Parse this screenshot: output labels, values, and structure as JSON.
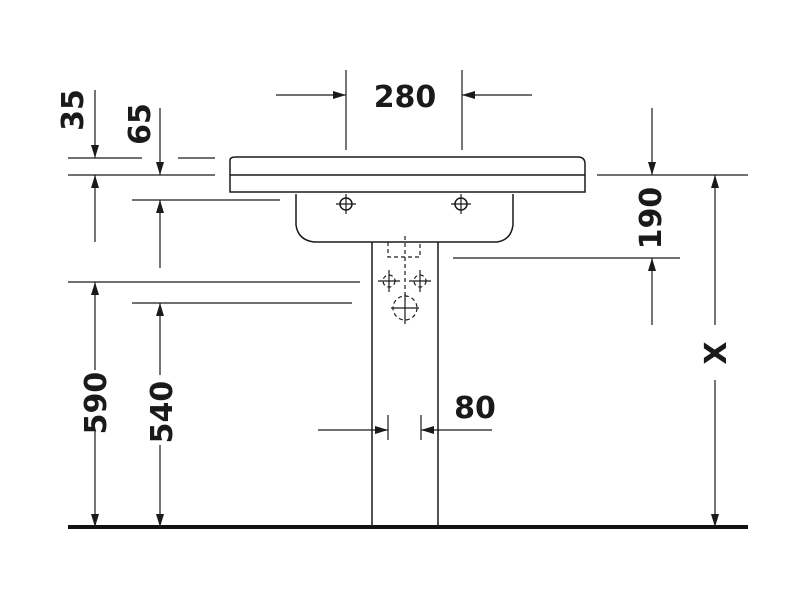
{
  "dimensions": {
    "top_width": "280",
    "overflow_offset": "35",
    "basin_depth": "65",
    "waste_height": "190",
    "rim_height_total": "590",
    "pedestal_height": "540",
    "pedestal_width": "80",
    "variable_height": "X"
  }
}
